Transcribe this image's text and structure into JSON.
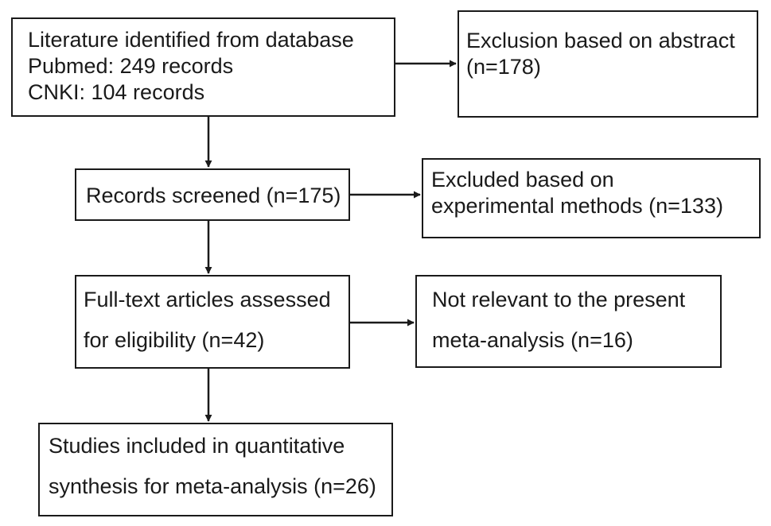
{
  "boxes": {
    "identified": {
      "line1": "Literature identified from database",
      "line2": "Pubmed: 249 records",
      "line3": "CNKI: 104 records"
    },
    "excl_abstract": {
      "line1": "Exclusion based on abstract",
      "line2": "(n=178)"
    },
    "screened": {
      "line1": "Records screened (n=175)"
    },
    "excl_methods": {
      "line1": "Excluded based on",
      "line2": "experimental methods (n=133)"
    },
    "fulltext": {
      "line1": "Full-text articles assessed",
      "line2": "for eligibility (n=42)"
    },
    "not_relevant": {
      "line1": "Not relevant to the present",
      "line2": "meta-analysis (n=16)"
    },
    "included": {
      "line1": "Studies included in quantitative",
      "line2": "synthesis for meta-analysis (n=26)"
    }
  },
  "colors": {
    "stroke": "#1a1a1a",
    "background": "#ffffff",
    "text": "#1a1a1a"
  }
}
